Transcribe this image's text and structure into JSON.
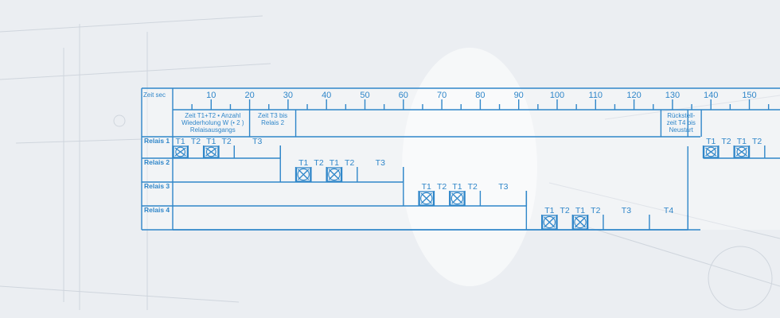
{
  "diagram": {
    "header_label": "Zeit sec",
    "ticks": [
      "10",
      "20",
      "30",
      "40",
      "50",
      "60",
      "70",
      "80",
      "90",
      "100",
      "110",
      "120",
      "130",
      "140",
      "150"
    ],
    "notes": [
      [
        "Zeit T1+T2 • Anzahl",
        "Wiederholung W (• 2 )",
        "Relaisausgangs"
      ],
      [
        "Zeit T3 bis",
        "Relais 2"
      ],
      [
        "Rückstell-",
        "zeit T4 bis",
        "Neustart"
      ]
    ],
    "rows": [
      {
        "label": "Relais 1",
        "segments": [
          "T1",
          "T2",
          "T1",
          "T2",
          "T3"
        ],
        "end_segments": [
          "T1",
          "T2",
          "T1",
          "T2"
        ]
      },
      {
        "label": "Relais 2",
        "segments": [
          "T1",
          "T2",
          "T1",
          "T2",
          "T3"
        ]
      },
      {
        "label": "Relais 3",
        "segments": [
          "T1",
          "T2",
          "T1",
          "T2",
          "T3"
        ]
      },
      {
        "label": "Relais 4",
        "segments": [
          "T1",
          "T2",
          "T1",
          "T2",
          "T3",
          "T4"
        ]
      }
    ],
    "colors": {
      "line": "#2f86c9",
      "panel": "#ffffff",
      "background": "#eef1f4"
    }
  }
}
